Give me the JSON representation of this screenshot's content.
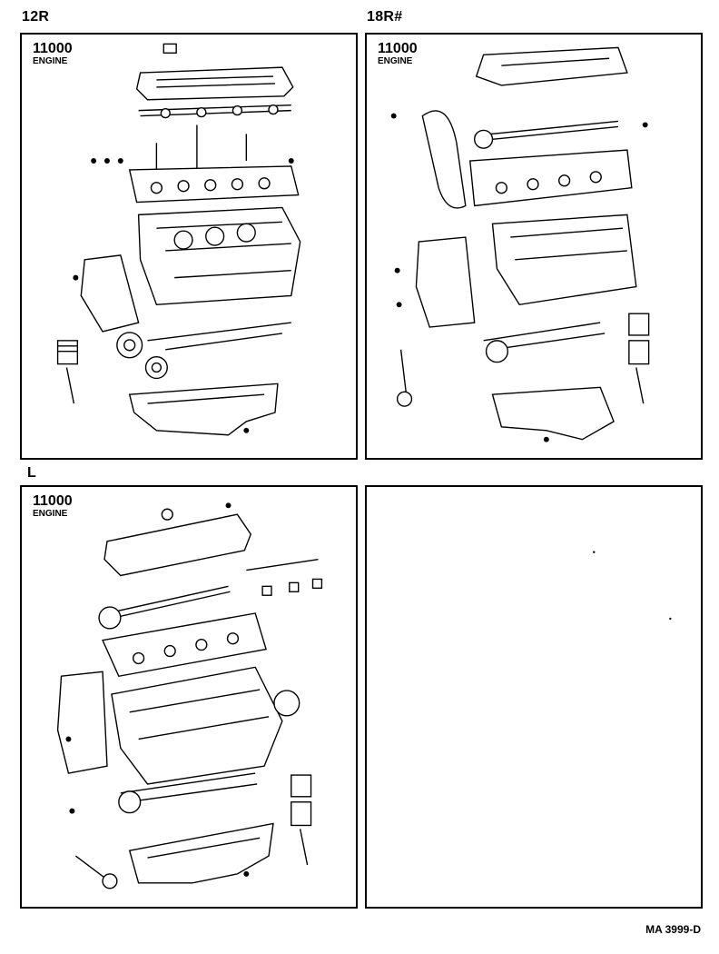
{
  "labels": {
    "top_left": "12R",
    "top_right": "18R#",
    "bottom_left": "L"
  },
  "panels": {
    "p1": {
      "code": "11000",
      "engine": "ENGINE"
    },
    "p2": {
      "code": "11000",
      "engine": "ENGINE"
    },
    "p3": {
      "code": "11000",
      "engine": "ENGINE"
    }
  },
  "footer": "MA 3999-D"
}
